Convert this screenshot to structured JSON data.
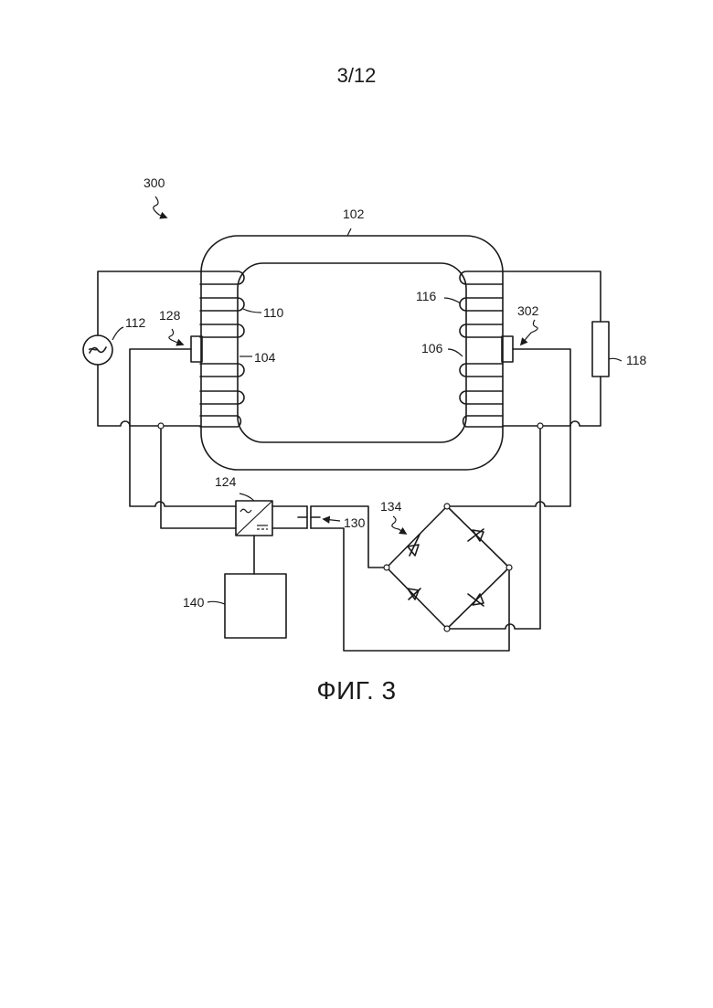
{
  "page": {
    "number": "3/12",
    "caption": "ФИГ. 3"
  },
  "labels": {
    "system": "300",
    "core": "102",
    "primary_coil": "104",
    "secondary_coil": "106",
    "first_winding": "110",
    "ac_source": "112",
    "second_winding": "116",
    "load": "118",
    "converter": "124",
    "left_sensor": "128",
    "capacitor": "130",
    "rectifier_bridge": "134",
    "storage_block": "140",
    "right_sensor": "302"
  },
  "symbols": {
    "ac_source": "~",
    "converter_ac": "~",
    "converter_dc": "="
  },
  "colors": {
    "line": "#1a1a1a",
    "background": "#ffffff"
  }
}
